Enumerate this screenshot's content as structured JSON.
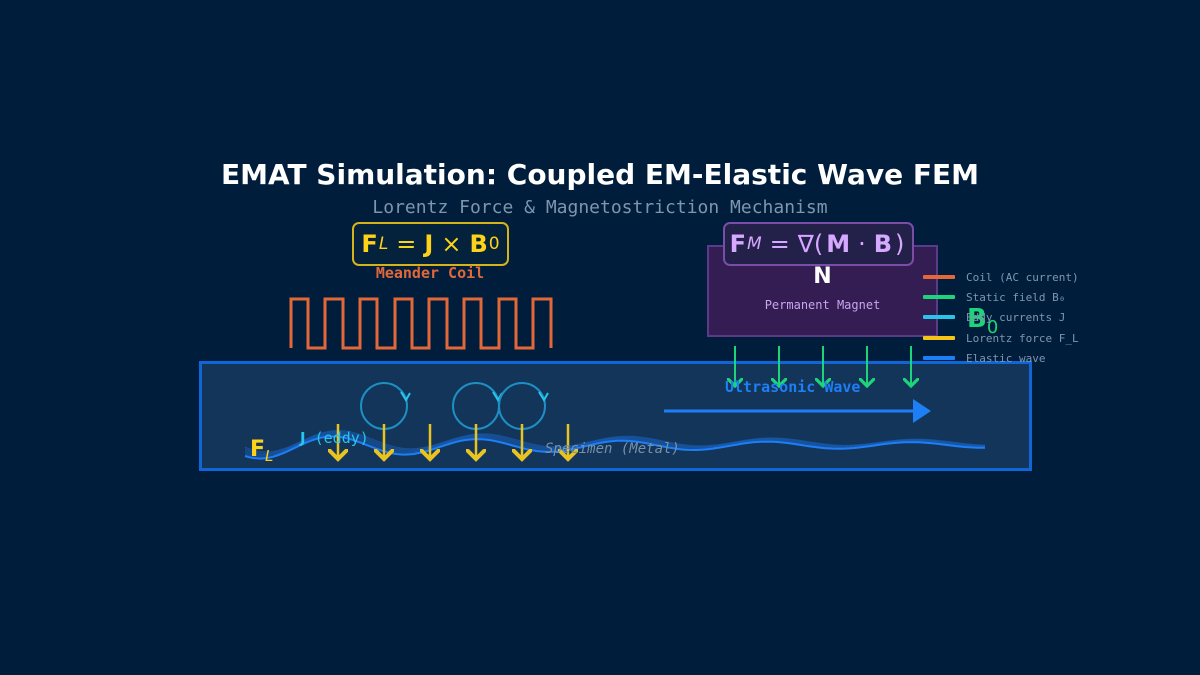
{
  "title": "EMAT Simulation: Coupled EM-Elastic Wave FEM",
  "subtitle": "Lorentz Force & Magnetostriction Mechanism",
  "equations": {
    "lorentz": {
      "lhs": "F",
      "lhs_sub": "L",
      "op": "=",
      "a": "J",
      "cross": "×",
      "b": "B",
      "b_sub": "0"
    },
    "magnetostriction": {
      "lhs": "F",
      "lhs_sub": "M",
      "op": "=",
      "nabla": "∇(",
      "a": "M",
      "dot": "·",
      "b": "B",
      "close": ")"
    }
  },
  "coil": {
    "label": "Meander Coil"
  },
  "magnet": {
    "pole": "N",
    "label": "Permanent Magnet"
  },
  "specimen": {
    "label": "Specimen (Metal)"
  },
  "wave": {
    "label": "Ultrasonic Wave"
  },
  "force_label": {
    "text": "F",
    "sub": "L"
  },
  "eddy_label": {
    "symbol": "J",
    "text": " (eddy)"
  },
  "field_label": {
    "text": "B",
    "sub": "0"
  },
  "legend": [
    {
      "label": "Coil (AC current)",
      "color": "#e2683a"
    },
    {
      "label": "Static field B₀",
      "color": "#1ed47a"
    },
    {
      "label": "Eddy currents J",
      "color": "#29c4ea"
    },
    {
      "label": "Lorentz force F_L",
      "color": "#f5c518"
    },
    {
      "label": "Elastic wave",
      "color": "#1e7ef5"
    }
  ],
  "colors": {
    "background": "#001e3c",
    "coil": "#e2683a",
    "field": "#1ed47a",
    "eddy": "#29c4ea",
    "force": "#f5c518",
    "wave": "#1e7ef5",
    "magnet": "#341d52"
  },
  "icons": [
    "eddy-current-loop-icon",
    "field-arrow-icon",
    "force-arrow-icon",
    "wave-arrow-icon"
  ]
}
